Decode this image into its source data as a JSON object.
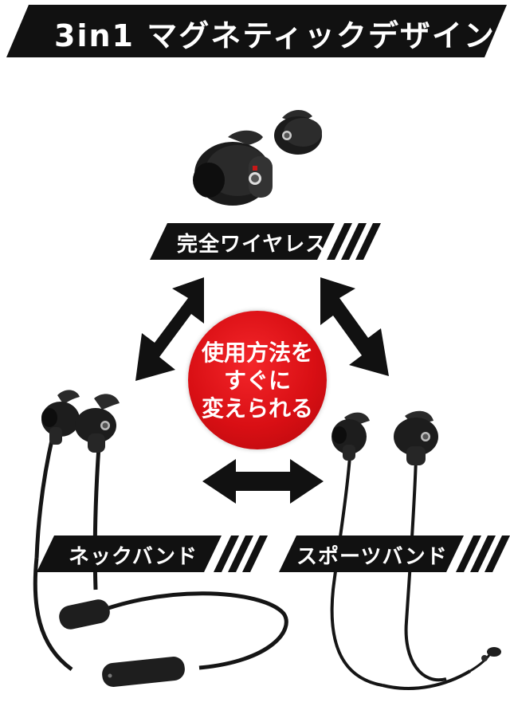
{
  "title_banner": {
    "text": "3in1 マグネティックデザイン"
  },
  "labels": {
    "wireless": "完全ワイヤレス",
    "neckband": "ネックバンド",
    "sportsband": "スポーツバンド"
  },
  "center_circle": {
    "lines": [
      "使用方法を",
      "すぐに",
      "変えられる"
    ]
  },
  "colors": {
    "banner_bg": "#111111",
    "accent_red": "#d90f14",
    "text_white": "#ffffff",
    "product_black": "#1c1c1c"
  }
}
